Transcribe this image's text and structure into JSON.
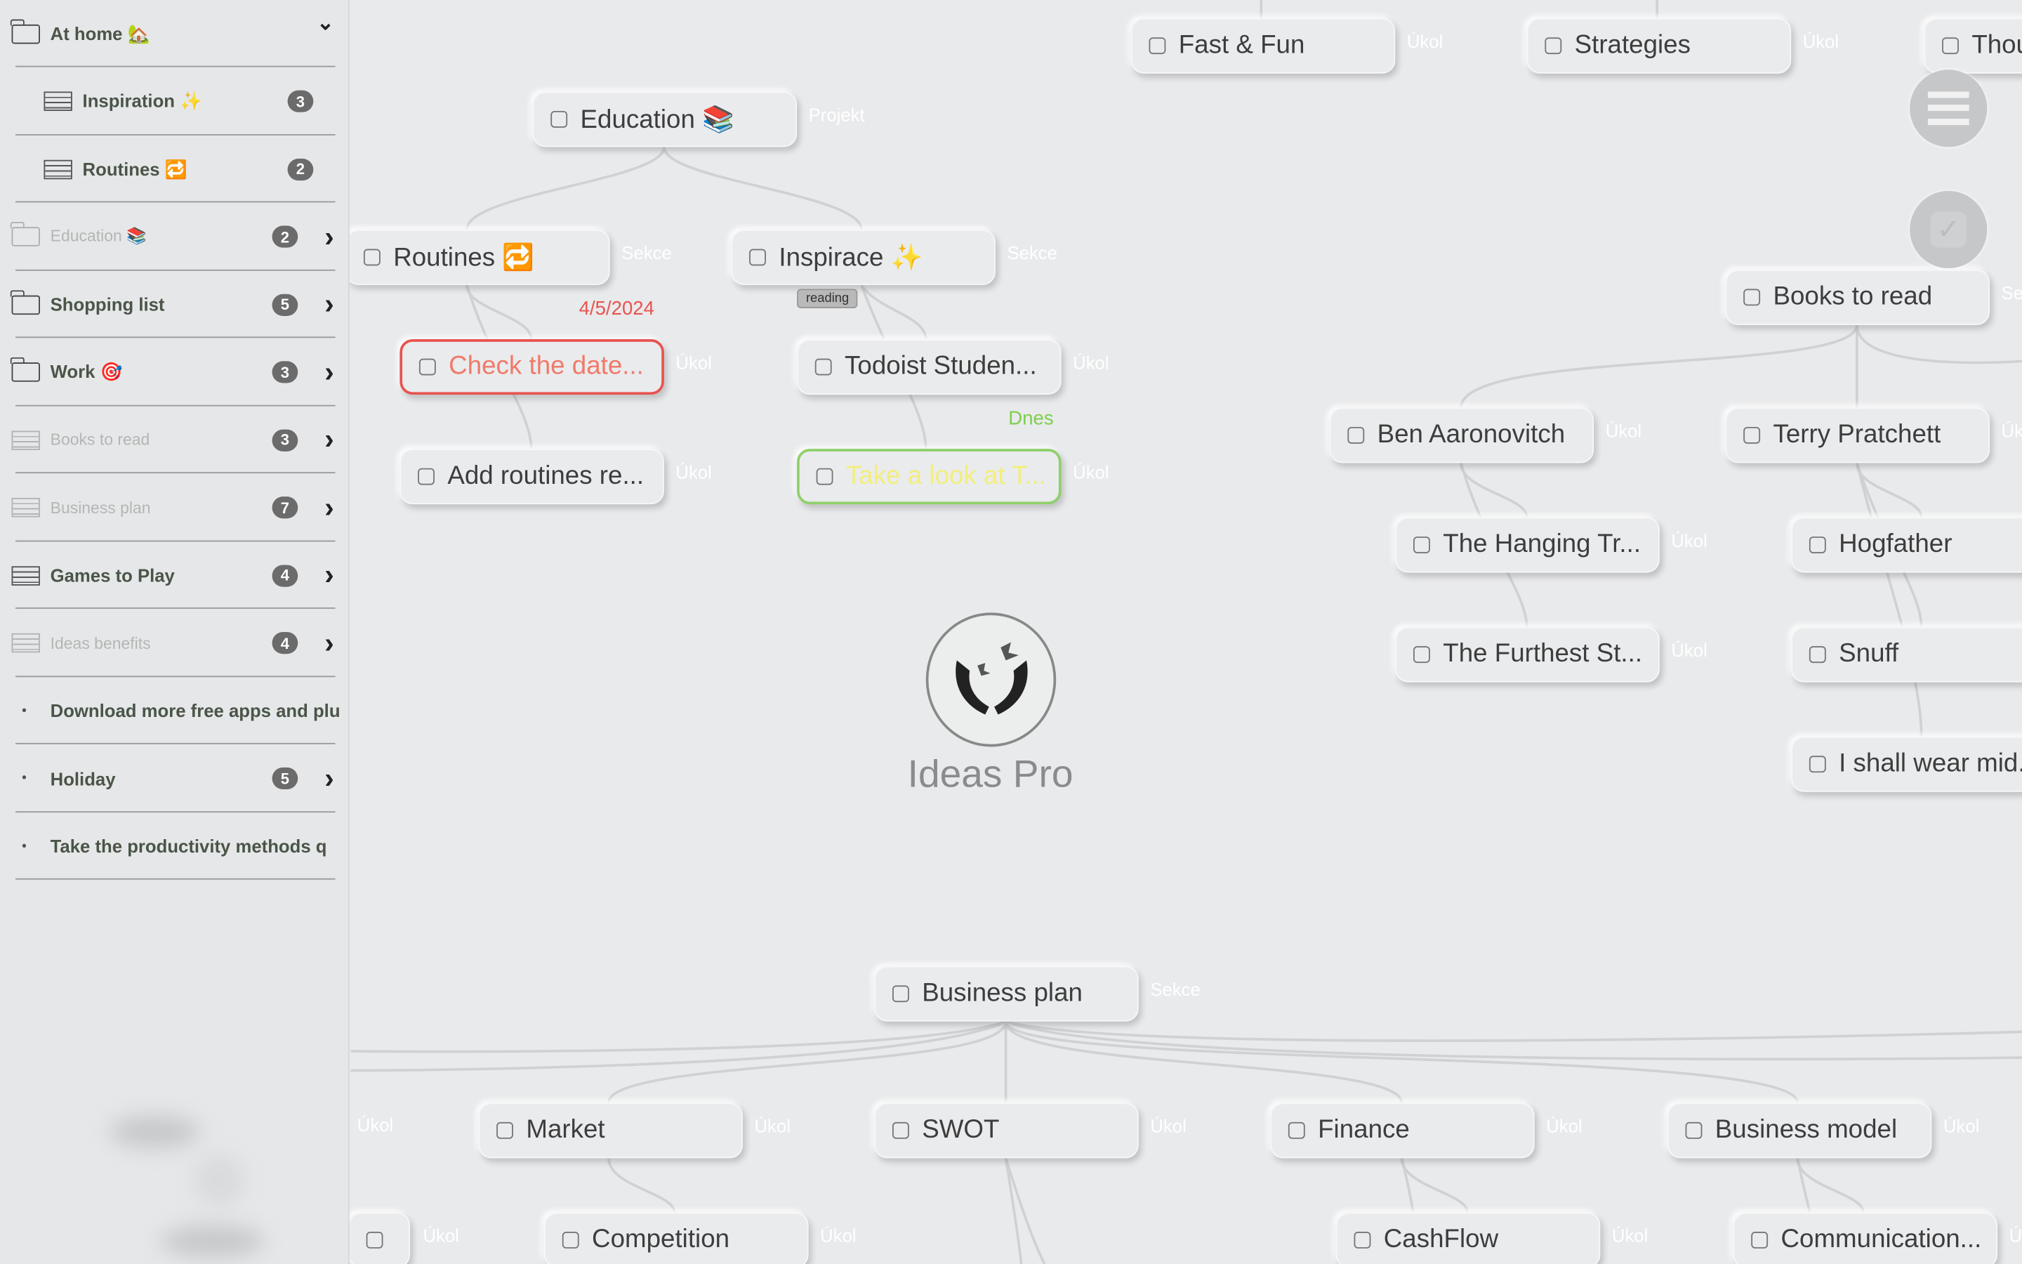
{
  "sidebar": {
    "items": [
      {
        "label": "At home 🏡",
        "icon": "folder-icon",
        "count": null,
        "expanded": true
      },
      {
        "label": "Inspiration ✨",
        "icon": "list-icon",
        "count": "3",
        "child": true
      },
      {
        "label": "Routines 🔁",
        "icon": "list-icon",
        "count": "2",
        "child": true
      },
      {
        "label": "Education 📚",
        "icon": "folder-icon",
        "count": "2",
        "faded": true
      },
      {
        "label": "Shopping list",
        "icon": "folder-icon",
        "count": "5"
      },
      {
        "label": "Work 🎯",
        "icon": "folder-icon",
        "count": "3"
      },
      {
        "label": "Books to read",
        "icon": "list-icon",
        "count": "3",
        "faded": true
      },
      {
        "label": "Business plan",
        "icon": "list-icon",
        "count": "7",
        "faded": true
      },
      {
        "label": "Games to Play",
        "icon": "list-icon",
        "count": "4"
      },
      {
        "label": "Ideas benefits",
        "icon": "list-icon",
        "count": "4",
        "faded": true
      },
      {
        "label": "Download more free apps and plu",
        "icon": "bullet",
        "count": null,
        "nochev": true
      },
      {
        "label": "Holiday",
        "icon": "bullet",
        "count": "5"
      },
      {
        "label": "Take the productivity methods q",
        "icon": "bullet",
        "count": null,
        "nochev": true
      }
    ]
  },
  "logo": {
    "title": "Ideas Pro"
  },
  "nodes": [
    {
      "label": "Fast & Fun",
      "type": "Úkol"
    },
    {
      "label": "Strategies",
      "type": "Úkol"
    },
    {
      "label": "Thoughts",
      "type": ""
    },
    {
      "label": "Education 📚",
      "type": "Projekt"
    },
    {
      "label": "Routines 🔁",
      "type": "Sekce"
    },
    {
      "label": "Inspirace ✨",
      "type": "Sekce",
      "tag": "reading"
    },
    {
      "label": "Check the date...",
      "type": "Úkol",
      "due": "4/5/2024",
      "state": "red"
    },
    {
      "label": "Todoist Studen...",
      "type": "Úkol"
    },
    {
      "label": "Add routines re...",
      "type": "Úkol"
    },
    {
      "label": "Take a look at T...",
      "type": "Úkol",
      "due": "Dnes",
      "state": "green"
    },
    {
      "label": "Books to read",
      "type": "Sekce"
    },
    {
      "label": "Ben Aaronovitch",
      "type": "Úkol"
    },
    {
      "label": "Terry Pratchett",
      "type": "Úkol"
    },
    {
      "label": "The Hanging Tr...",
      "type": "Úkol"
    },
    {
      "label": "Hogfather",
      "type": ""
    },
    {
      "label": "The Furthest St...",
      "type": "Úkol"
    },
    {
      "label": "Snuff",
      "type": ""
    },
    {
      "label": "I shall wear mid...",
      "type": ""
    },
    {
      "label": "Business plan",
      "type": "Sekce"
    },
    {
      "label": "Market",
      "type": "Úkol"
    },
    {
      "label": "SWOT",
      "type": "Úkol"
    },
    {
      "label": "Finance",
      "type": "Úkol"
    },
    {
      "label": "Business model",
      "type": "Úkol"
    },
    {
      "label": "Competition",
      "type": "Úkol"
    },
    {
      "label": "CashFlow",
      "type": "Úkol"
    },
    {
      "label": "Communication...",
      "type": "Úkol"
    },
    {
      "label": "",
      "type": "Úkol"
    }
  ],
  "extra_labels": {
    "market_left": "Úkol"
  },
  "colors": {
    "overdue": "#e8534f",
    "today": "#7ccf4a",
    "background": "#e9eaec"
  }
}
